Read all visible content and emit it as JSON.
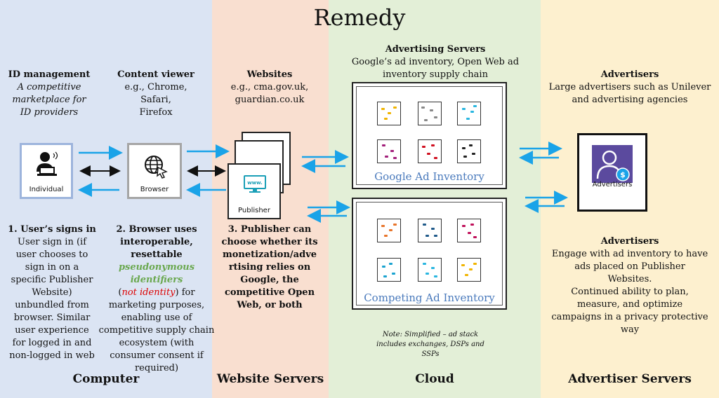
{
  "title": "Remedy",
  "columns": [
    {
      "footer": "Computer",
      "color": "#dbe4f3"
    },
    {
      "footer": "Website Servers",
      "color": "#f9dfd0"
    },
    {
      "footer": "Cloud",
      "color": "#e3efd7"
    },
    {
      "footer": "Advertiser Servers",
      "color": "#fdf0cf"
    }
  ],
  "id_management": {
    "heading": "ID management",
    "desc": [
      "A competitive",
      "marketplace for",
      "ID providers"
    ]
  },
  "content_viewer": {
    "heading": "Content viewer",
    "desc": [
      "e.g., Chrome,",
      "Safari,",
      "Firefox"
    ]
  },
  "websites": {
    "heading": "Websites",
    "desc": [
      "e.g., cma.gov.uk,",
      "guardian.co.uk"
    ]
  },
  "advertising_servers": {
    "heading": "Advertising Servers",
    "desc": [
      "Google’s ad inventory, Open Web ad",
      "inventory supply chain"
    ]
  },
  "advertisers_top": {
    "heading": "Advertisers",
    "desc": [
      "Large advertisers such as Unilever",
      "and advertising agencies"
    ]
  },
  "nodes": {
    "individual": "Individual",
    "browser": "Browser",
    "publisher": "Publisher",
    "publisher_screen": "www.",
    "advertisers": "Advertisers"
  },
  "inventories": {
    "google": "Google Ad Inventory",
    "competing": "Competing Ad Inventory"
  },
  "note": [
    "Note: Simplified – ad stack",
    "includes exchanges, DSPs and",
    "SSPs"
  ],
  "step1": {
    "heading": "1. User’s signs in",
    "lines": [
      "User sign in (if",
      "user chooses to",
      "sign in on a",
      "specific Publisher",
      "Website)",
      "unbundled from",
      "browser. Similar",
      "user experience",
      "for logged in and",
      "non-logged in web"
    ]
  },
  "step2": {
    "heading": [
      "2. Browser uses",
      "interoperable,",
      "resettable"
    ],
    "highlight": [
      "pseudonymous",
      "identifiers"
    ],
    "not_identity_open": "(",
    "not_identity": "not identity",
    "not_identity_close": ") for",
    "lines": [
      "marketing purposes,",
      "enabling use of",
      "competitive supply chain",
      "ecosystem (with",
      "consumer consent if",
      "required)"
    ]
  },
  "step3": {
    "lines": [
      "3. Publisher can",
      "choose whether its",
      "monetization/adve",
      "rtising relies on",
      "Google, the",
      "competitive Open",
      "Web, or both"
    ]
  },
  "advertisers_bottom": {
    "heading": "Advertisers",
    "lines": [
      "Engage with ad inventory to have",
      "ads placed on Publisher",
      "Websites.",
      "Continued ability to plan,",
      "measure, and optimize",
      "campaigns in a privacy protective",
      "way"
    ]
  },
  "colors": {
    "arrow_blue": "#1aa3e8",
    "inventory_text": "#4a7abc",
    "highlight_green": "#6aa84f",
    "highlight_red": "#dd0000"
  }
}
